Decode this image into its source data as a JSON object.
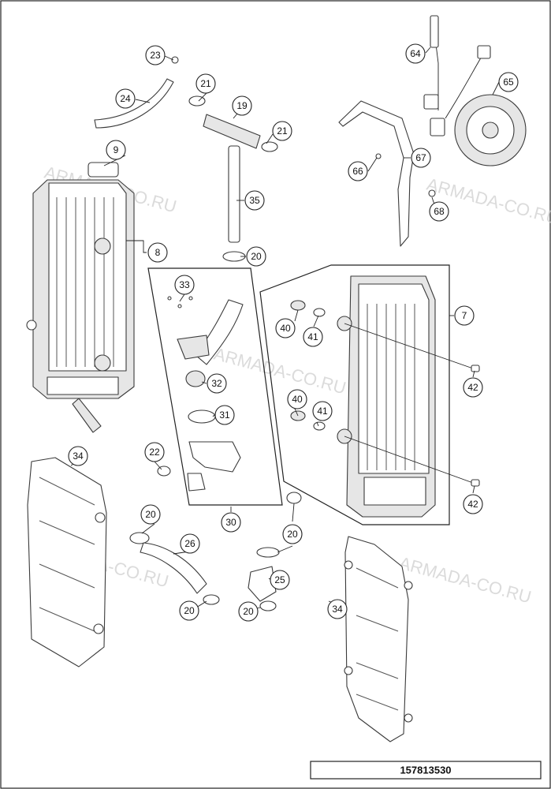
{
  "diagram": {
    "reference_number": "157813530",
    "watermark": "ARMADA-CO.RU",
    "callouts": [
      {
        "id": "c23",
        "label": "23"
      },
      {
        "id": "c24",
        "label": "24"
      },
      {
        "id": "c21a",
        "label": "21"
      },
      {
        "id": "c19",
        "label": "19"
      },
      {
        "id": "c21b",
        "label": "21"
      },
      {
        "id": "c9",
        "label": "9"
      },
      {
        "id": "c35",
        "label": "35"
      },
      {
        "id": "c8",
        "label": "8"
      },
      {
        "id": "c20a",
        "label": "20"
      },
      {
        "id": "c64",
        "label": "64"
      },
      {
        "id": "c65",
        "label": "65"
      },
      {
        "id": "c66",
        "label": "66"
      },
      {
        "id": "c67",
        "label": "67"
      },
      {
        "id": "c68",
        "label": "68"
      },
      {
        "id": "c33",
        "label": "33"
      },
      {
        "id": "c32",
        "label": "32"
      },
      {
        "id": "c31",
        "label": "31"
      },
      {
        "id": "c22",
        "label": "22"
      },
      {
        "id": "c30",
        "label": "30"
      },
      {
        "id": "c7",
        "label": "7"
      },
      {
        "id": "c40a",
        "label": "40"
      },
      {
        "id": "c41a",
        "label": "41"
      },
      {
        "id": "c42a",
        "label": "42"
      },
      {
        "id": "c40b",
        "label": "40"
      },
      {
        "id": "c41b",
        "label": "41"
      },
      {
        "id": "c42b",
        "label": "42"
      },
      {
        "id": "c34a",
        "label": "34"
      },
      {
        "id": "c20b",
        "label": "20"
      },
      {
        "id": "c26",
        "label": "26"
      },
      {
        "id": "c20c",
        "label": "20"
      },
      {
        "id": "c20d",
        "label": "20"
      },
      {
        "id": "c25",
        "label": "25"
      },
      {
        "id": "c20e",
        "label": "20"
      },
      {
        "id": "c34b",
        "label": "34"
      }
    ]
  }
}
